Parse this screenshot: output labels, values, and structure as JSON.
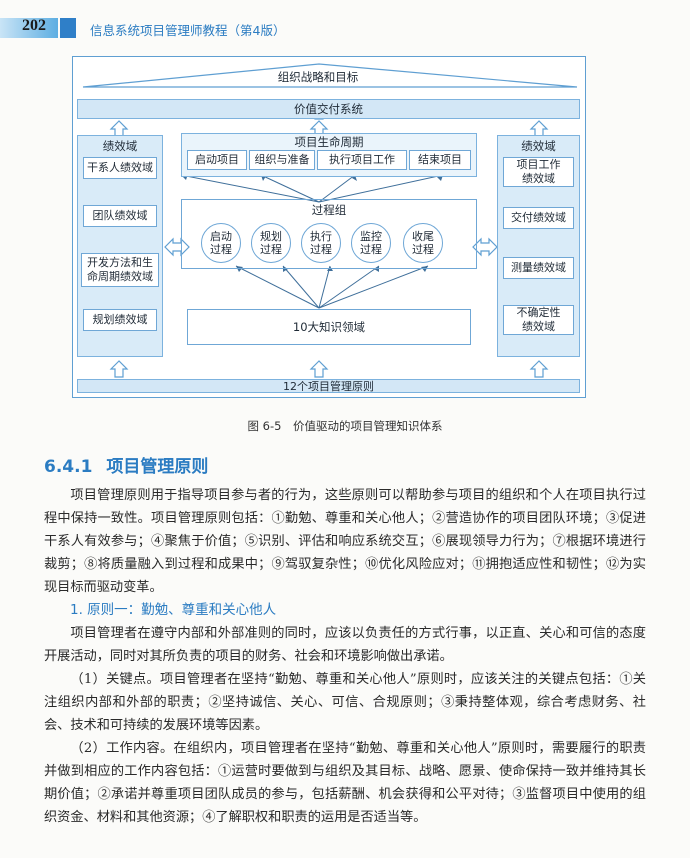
{
  "header": {
    "page_number": "202",
    "book_title": "信息系统项目管理师教程（第4版）"
  },
  "figure": {
    "top_band": "组织战略和目标",
    "value_band": "价值交付系统",
    "bottom_band": "12个项目管理原则",
    "left_panel": {
      "title": "绩效域",
      "items": [
        "干系人绩效域",
        "团队绩效域",
        "开发方法和生\n命周期绩效域",
        "规划绩效域"
      ]
    },
    "right_panel": {
      "title": "绩效域",
      "items": [
        "项目工作\n绩效域",
        "交付绩效域",
        "测量绩效域",
        "不确定性\n绩效域"
      ]
    },
    "lifecycle": {
      "title": "项目生命周期",
      "phases": [
        "启动项目",
        "组织与准备",
        "执行项目工作",
        "结束项目"
      ]
    },
    "process_group": {
      "title": "过程组",
      "processes": [
        "启动\n过程",
        "规划\n过程",
        "执行\n过程",
        "监控\n过程",
        "收尾\n过程"
      ]
    },
    "knowledge": "10大知识领域",
    "caption": "图 6-5　价值驱动的项目管理知识体系"
  },
  "section": {
    "number": "6.4.1",
    "title": "项目管理原则",
    "intro": "项目管理原则用于指导项目参与者的行为，这些原则可以帮助参与项目的组织和个人在项目执行过程中保持一致性。项目管理原则包括：①勤勉、尊重和关心他人；②营造协作的项目团队环境；③促进干系人有效参与；④聚焦于价值；⑤识别、评估和响应系统交互；⑥展现领导力行为；⑦根据环境进行裁剪；⑧将质量融入到过程和成果中；⑨驾驭复杂性；⑩优化风险应对；⑪拥抱适应性和韧性；⑫为实现目标而驱动变革。",
    "sub1_title": "1. 原则一：勤勉、尊重和关心他人",
    "sub1_p1": "项目管理者在遵守内部和外部准则的同时，应该以负责任的方式行事，以正直、关心和可信的态度开展活动，同时对其所负责的项目的财务、社会和环境影响做出承诺。",
    "sub1_p2": "（1）关键点。项目管理者在坚持“勤勉、尊重和关心他人”原则时，应该关注的关键点包括：①关注组织内部和外部的职责；②坚持诚信、关心、可信、合规原则；③秉持整体观，综合考虑财务、社会、技术和可持续的发展环境等因素。",
    "sub1_p3": "（2）工作内容。在组织内，项目管理者在坚持“勤勉、尊重和关心他人”原则时，需要履行的职责并做到相应的工作内容包括：①运营时要做到与组织及其目标、战略、愿景、使命保持一致并维持其长期价值；②承诺并尊重项目团队成员的参与，包括薪酬、机会获得和公平对待；③监督项目中使用的组织资金、材料和其他资源；④了解职权和职责的运用是否适当等。"
  }
}
